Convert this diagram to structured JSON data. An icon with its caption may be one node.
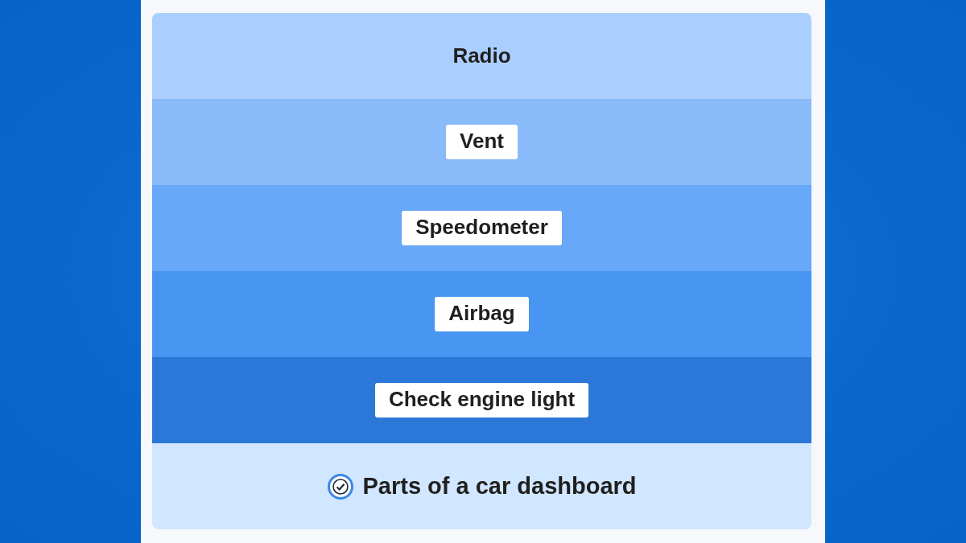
{
  "diagram": {
    "caption": "Parts of a car dashboard",
    "nodes": [
      {
        "text": [
          "Radio"
        ]
      },
      {
        "text": [
          "Vent"
        ]
      },
      {
        "text": [
          "Speedometer"
        ]
      },
      {
        "text": [
          "Airbag"
        ]
      },
      {
        "text": [
          "Check engine light"
        ]
      }
    ]
  }
}
